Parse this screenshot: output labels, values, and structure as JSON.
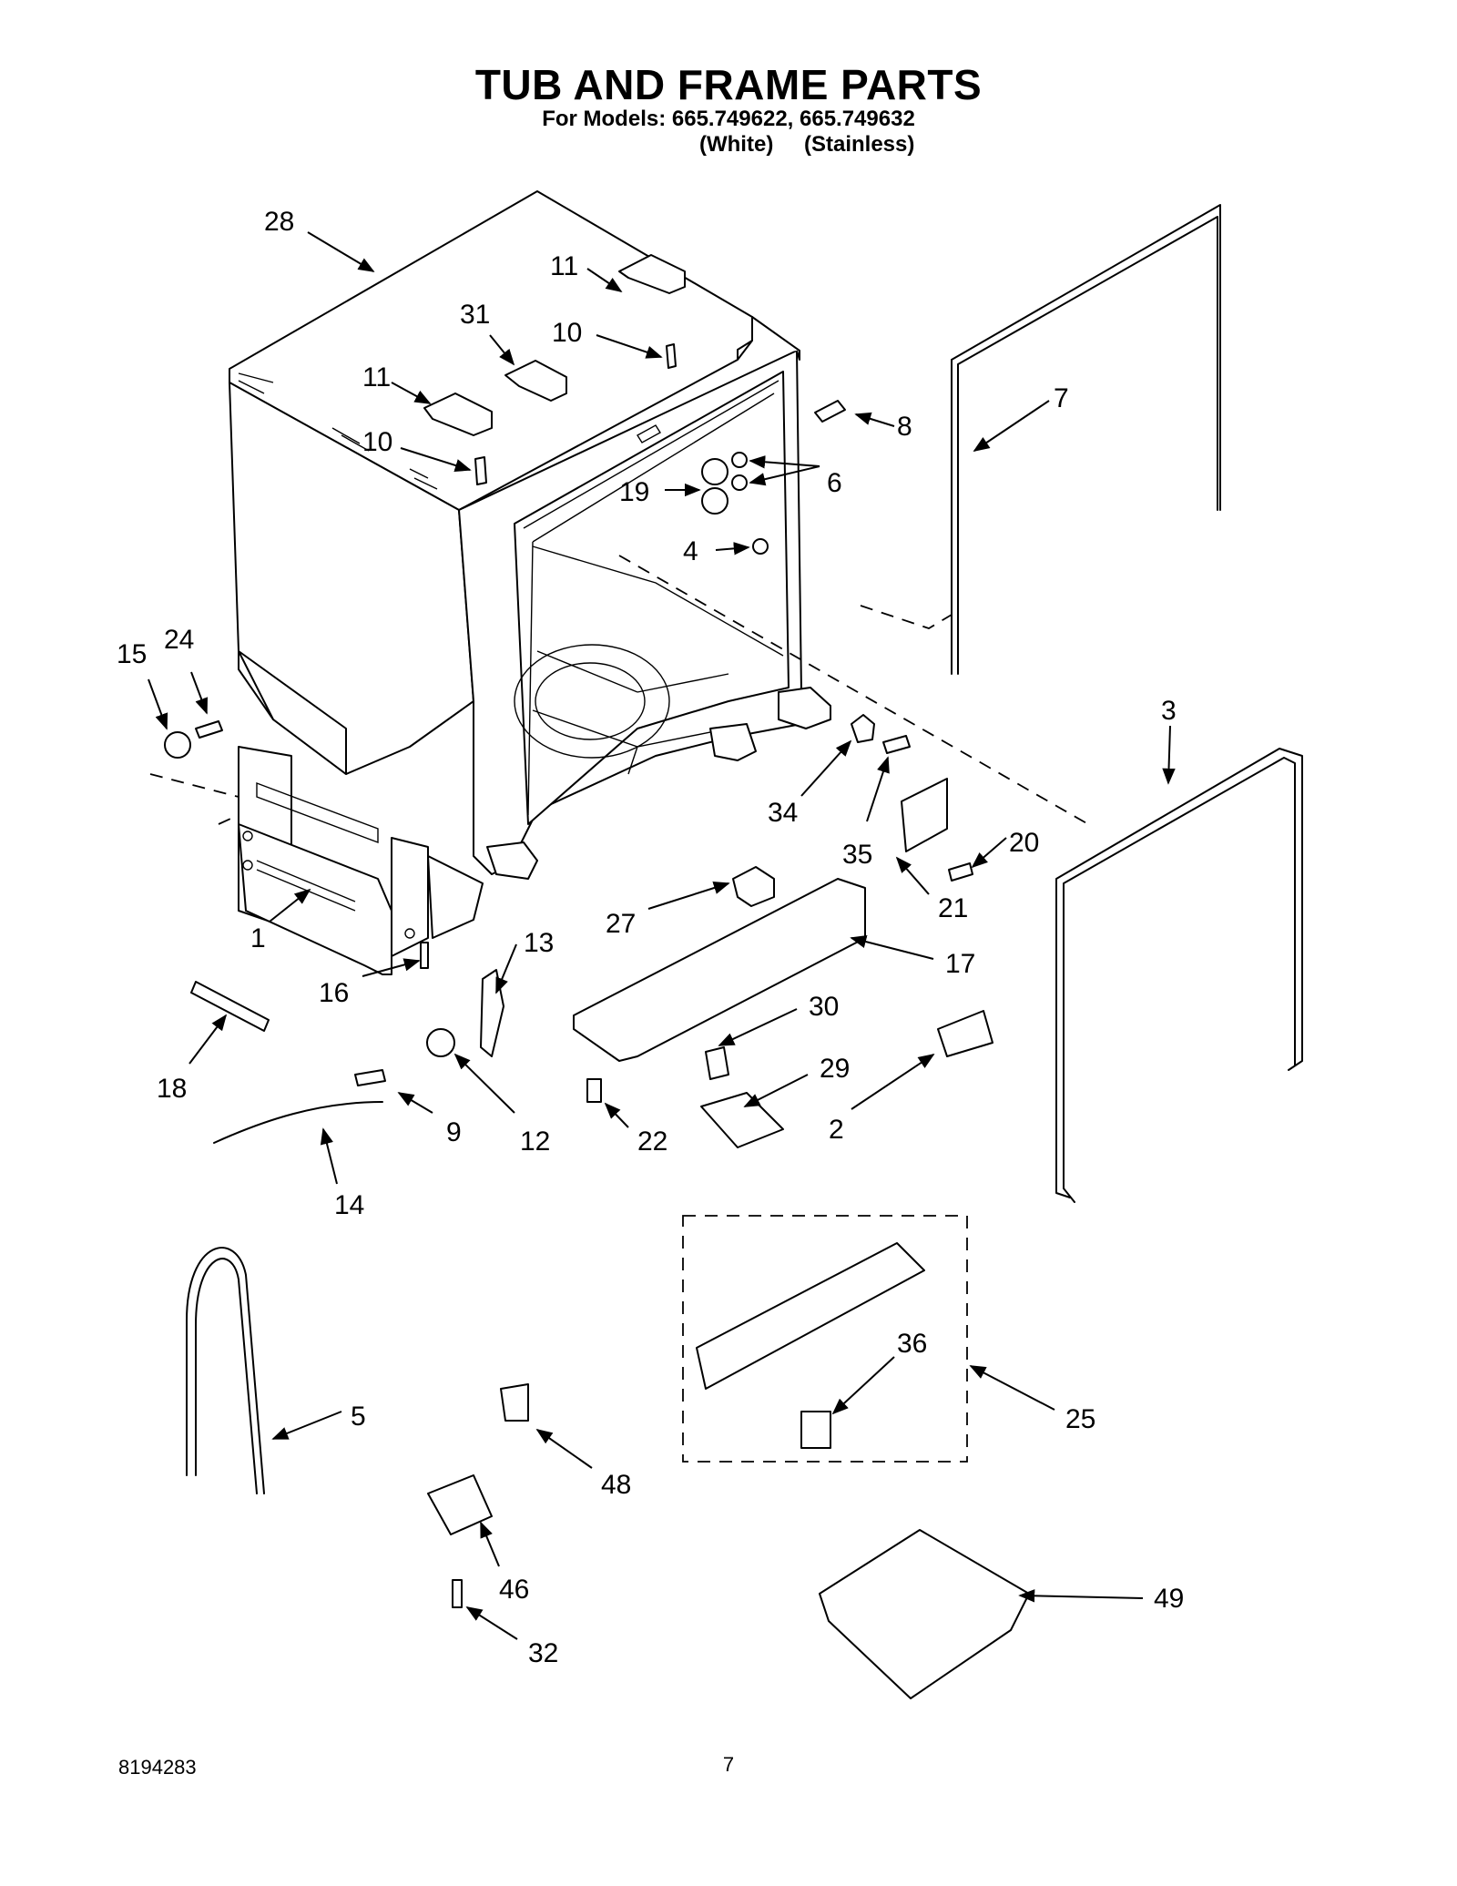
{
  "header": {
    "title": "TUB AND FRAME PARTS",
    "models_line": "For Models: 665.749622, 665.749632",
    "variant_white": "(White)",
    "variant_stainless": "(Stainless)"
  },
  "callouts": [
    "28",
    "11",
    "31",
    "10",
    "11",
    "10",
    "8",
    "7",
    "6",
    "19",
    "4",
    "15",
    "24",
    "3",
    "34",
    "35",
    "20",
    "21",
    "1",
    "27",
    "17",
    "16",
    "13",
    "30",
    "29",
    "18",
    "9",
    "12",
    "22",
    "2",
    "14",
    "36",
    "25",
    "5",
    "48",
    "46",
    "49",
    "32"
  ],
  "footer": {
    "doc_number": "8194283",
    "page_number": "7"
  }
}
